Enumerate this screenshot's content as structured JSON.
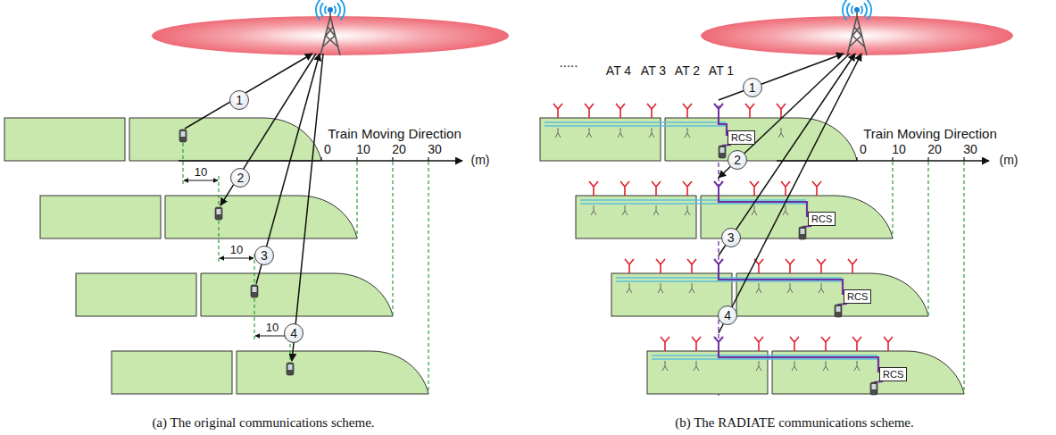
{
  "diagram": {
    "nodes": [
      {
        "text": [
          "1"
        ]
      },
      {
        "text": [
          "2"
        ]
      },
      {
        "text": [
          "3"
        ]
      },
      {
        "text": [
          "4"
        ]
      },
      {
        "text": [
          "1"
        ]
      },
      {
        "text": [
          "2"
        ]
      },
      {
        "text": [
          "3"
        ]
      },
      {
        "text": [
          "4"
        ]
      },
      {
        "text": [
          "RCS"
        ]
      },
      {
        "text": [
          "RCS"
        ]
      },
      {
        "text": [
          "RCS"
        ]
      },
      {
        "text": [
          "RCS"
        ]
      }
    ],
    "labels": [
      "Train Moving Direction",
      "0",
      "10",
      "20",
      "30",
      "(m)",
      "10",
      "10",
      "10",
      "(a) The original communications scheme.",
      ".....",
      "AT 4",
      "AT 3",
      "AT 2",
      "AT 1",
      "Train Moving Direction",
      "0",
      "10",
      "20",
      "30",
      "(m)",
      "(b) The RADIATE communications scheme."
    ]
  }
}
